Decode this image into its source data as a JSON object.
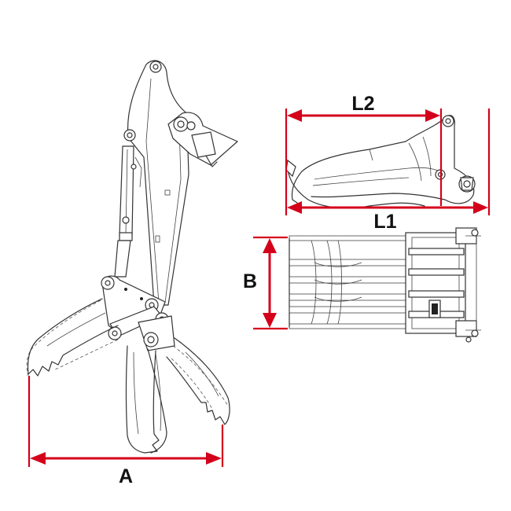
{
  "labels": {
    "a": "A",
    "b": "B",
    "l1": "L1",
    "l2": "L2"
  },
  "colors": {
    "dimension": "#d4001b",
    "line_art": "#333333",
    "background": "#ffffff"
  }
}
